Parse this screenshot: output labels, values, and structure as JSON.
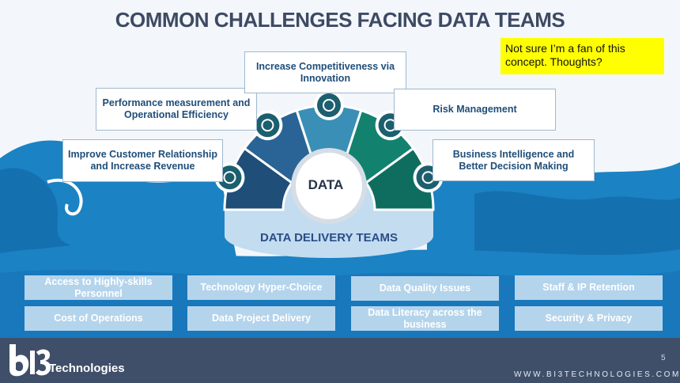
{
  "title": "COMMON CHALLENGES FACING DATA TEAMS",
  "comment_note": "Not sure I’m a fan of this concept. Thoughts?",
  "diagram": {
    "core": "DATA",
    "base": "DATA DELIVERY TEAMS",
    "sectors": [
      {
        "label": "Improve Customer Relationship and Increase Revenue",
        "icon": "dollar-icon",
        "color": "#1f4e79"
      },
      {
        "label": "Performance measurement and Operational Efficiency",
        "icon": "gear-person-icon",
        "color": "#2a6496"
      },
      {
        "label": "Increase Competitiveness via Innovation",
        "icon": "presentation-icon",
        "color": "#3a8fb7"
      },
      {
        "label": "Risk Management",
        "icon": "team-icon",
        "color": "#12826f"
      },
      {
        "label": "Business Intelligence and Better Decision Making",
        "icon": "decision-icon",
        "color": "#0f6d60"
      }
    ]
  },
  "challenges": [
    "Access to Highly-skills Personnel",
    "Technology Hyper-Choice",
    "Data Quality Issues",
    "Staff & IP Retention",
    "Cost of Operations",
    "Data Project Delivery",
    "Data Literacy across the business",
    "Security & Privacy"
  ],
  "footer": {
    "logo_text": "Technologies",
    "page_number": "5",
    "url": "WWW.BI3TECHNOLOGIES.COM"
  },
  "colors": {
    "wave": "#1b82c4",
    "footer": "#3f4f69",
    "note": "#ffff00"
  }
}
